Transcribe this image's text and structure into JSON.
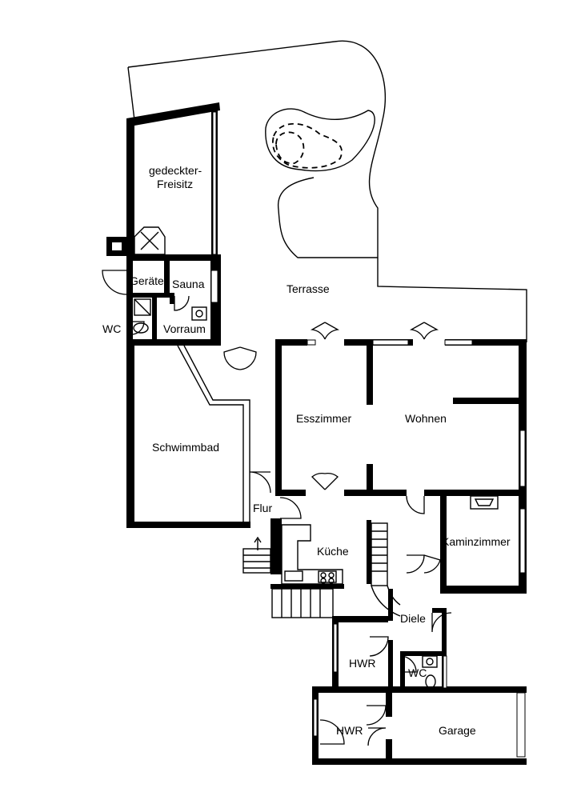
{
  "rooms": {
    "freisitz_line1": "gedeckter-",
    "freisitz_line2": "Freisitz",
    "geraete": "Geräte",
    "sauna": "Sauna",
    "wc_top": "WC",
    "vorraum": "Vorraum",
    "terrasse": "Terrasse",
    "schwimmbad": "Schwimmbad",
    "esszimmer": "Esszimmer",
    "wohnen": "Wohnen",
    "flur": "Flur",
    "kueche": "Küche",
    "kaminzimmer": "Kaminzimmer",
    "diele": "Diele",
    "hwr_upper": "HWR",
    "wc_lower": "WC",
    "hwr_lower": "HWR",
    "garage": "Garage"
  },
  "colors": {
    "wall": "#000000",
    "background": "#ffffff"
  }
}
